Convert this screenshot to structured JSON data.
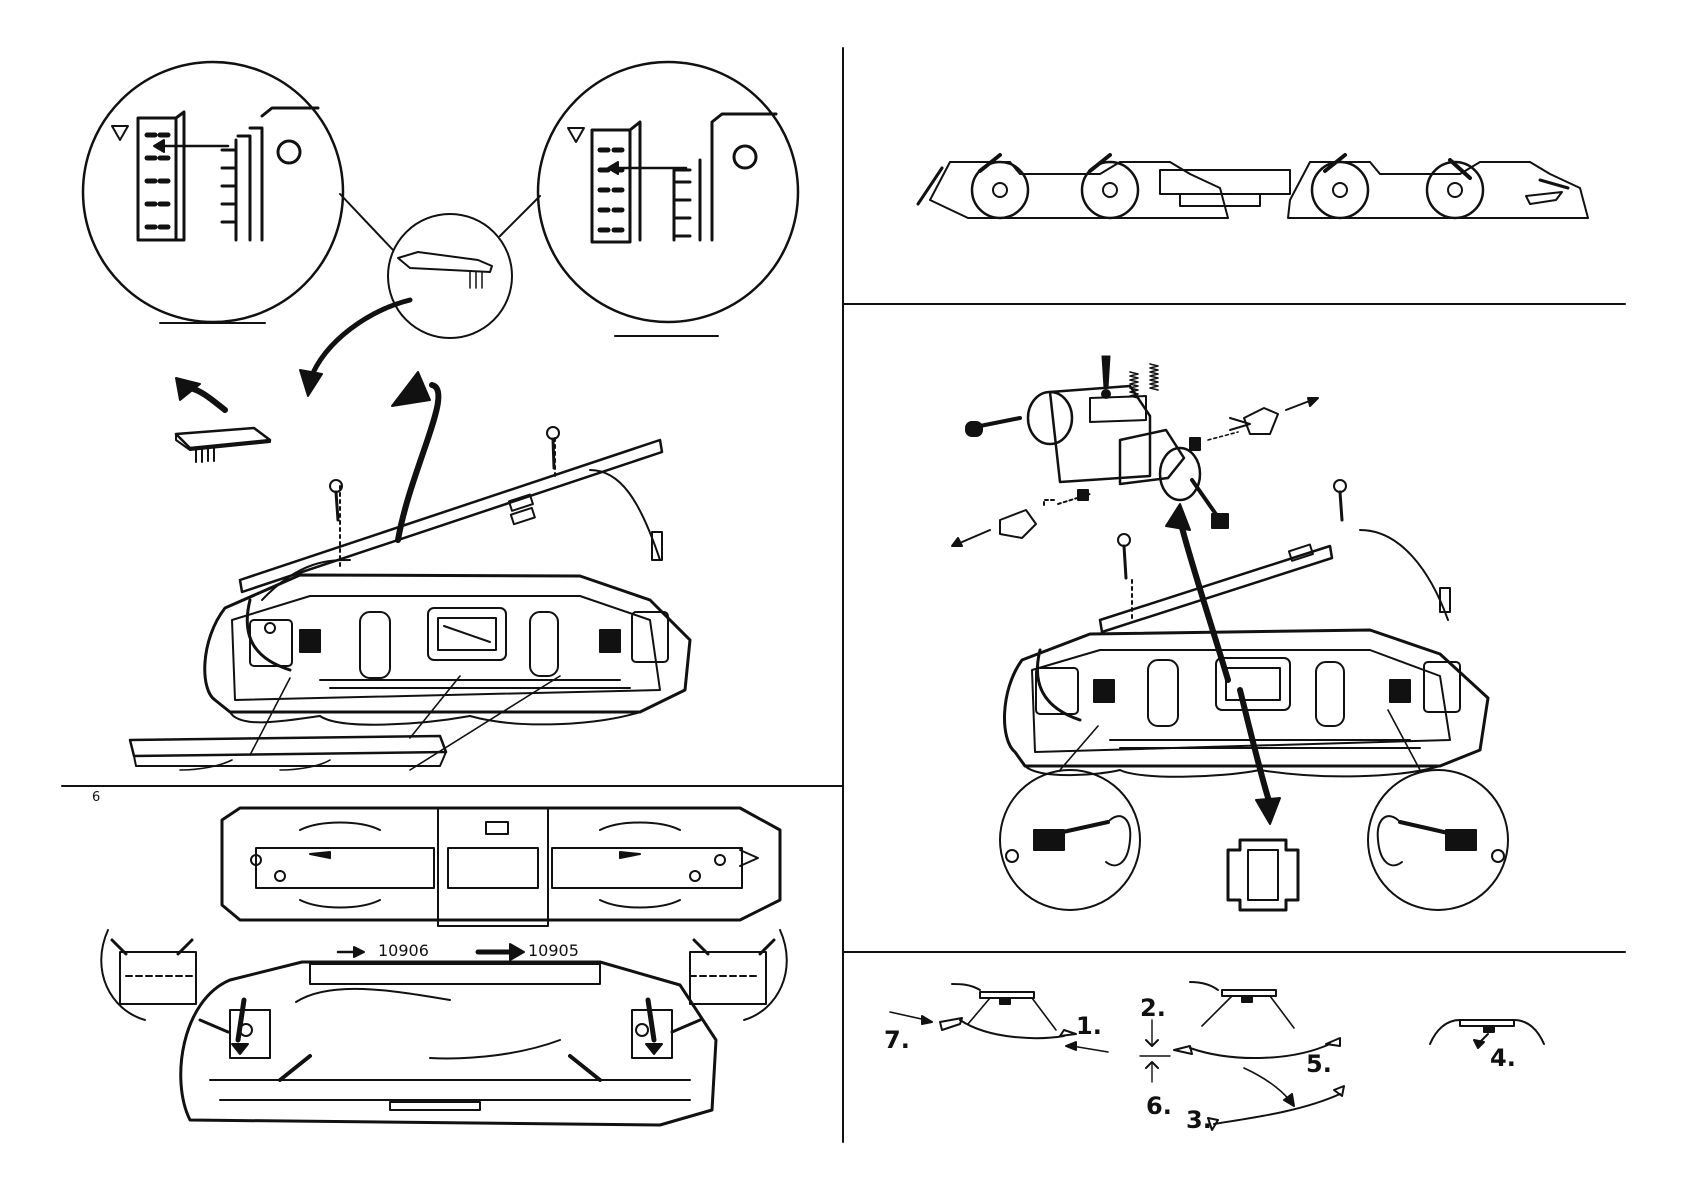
{
  "page": {
    "page_number": "6"
  },
  "parts": {
    "part_a": "10906",
    "part_b": "10905"
  },
  "steps": {
    "s1": "1.",
    "s2": "2.",
    "s3": "3.",
    "s4": "4.",
    "s5": "5.",
    "s6": "6.",
    "s7": "7."
  },
  "colors": {
    "ink": "#111111",
    "paper": "#ffffff"
  },
  "icons": [
    "warning-exclamation-icon",
    "arrow-icon",
    "screw-icon",
    "spring-icon"
  ]
}
